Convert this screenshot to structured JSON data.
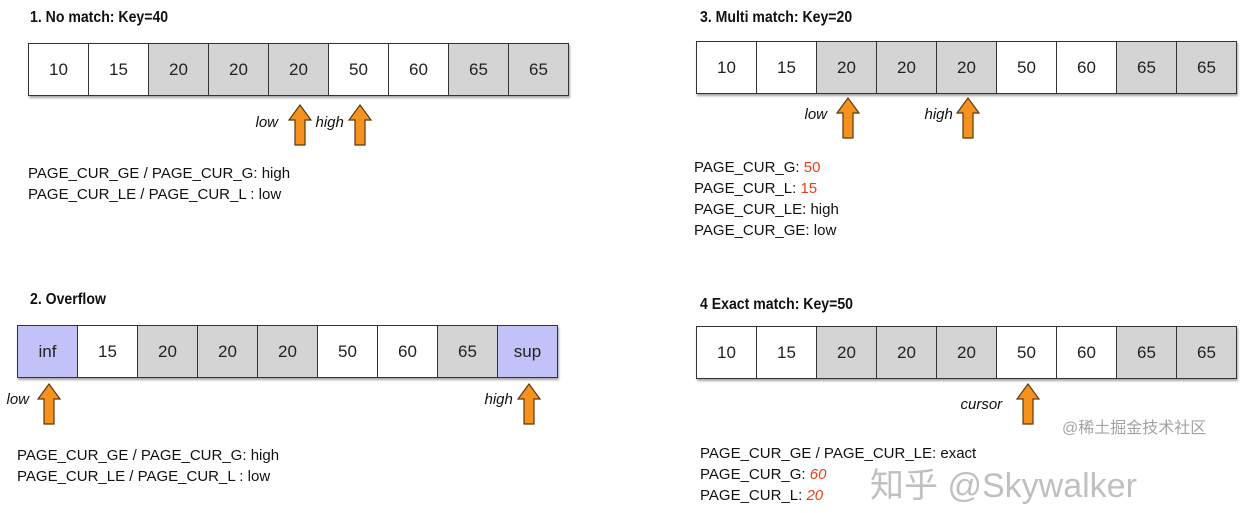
{
  "colors": {
    "arrow": "#f5921e",
    "shaded_cell": "#d4d4d4",
    "boundary_cell": "#c2c2f8",
    "highlight_text": "#e8401c"
  },
  "panels": [
    {
      "title": "1. No match: Key=40",
      "cells": [
        {
          "v": "10",
          "fill": "white"
        },
        {
          "v": "15",
          "fill": "white"
        },
        {
          "v": "20",
          "fill": "gray"
        },
        {
          "v": "20",
          "fill": "gray"
        },
        {
          "v": "20",
          "fill": "gray"
        },
        {
          "v": "50",
          "fill": "white"
        },
        {
          "v": "60",
          "fill": "white"
        },
        {
          "v": "65",
          "fill": "gray"
        },
        {
          "v": "65",
          "fill": "gray"
        }
      ],
      "pointers": [
        {
          "label": "low",
          "cell_index": 4
        },
        {
          "label": "high",
          "cell_index": 5
        }
      ],
      "lines": [
        {
          "text": "PAGE_CUR_GE / PAGE_CUR_G: ",
          "value": "high",
          "style": "plain"
        },
        {
          "text": "PAGE_CUR_LE / PAGE_CUR_L : ",
          "value": "low",
          "style": "plain"
        }
      ]
    },
    {
      "title": "2. Overflow",
      "cells": [
        {
          "v": "inf",
          "fill": "purple"
        },
        {
          "v": "15",
          "fill": "white"
        },
        {
          "v": "20",
          "fill": "gray"
        },
        {
          "v": "20",
          "fill": "gray"
        },
        {
          "v": "20",
          "fill": "gray"
        },
        {
          "v": "50",
          "fill": "white"
        },
        {
          "v": "60",
          "fill": "white"
        },
        {
          "v": "65",
          "fill": "gray"
        },
        {
          "v": "sup",
          "fill": "purple"
        }
      ],
      "pointers": [
        {
          "label": "low",
          "cell_index": 0
        },
        {
          "label": "high",
          "cell_index": 8
        }
      ],
      "lines": [
        {
          "text": "PAGE_CUR_GE / PAGE_CUR_G: ",
          "value": "high",
          "style": "plain"
        },
        {
          "text": "PAGE_CUR_LE / PAGE_CUR_L : ",
          "value": "low",
          "style": "plain"
        }
      ]
    },
    {
      "title": "3. Multi match: Key=20",
      "cells": [
        {
          "v": "10",
          "fill": "white"
        },
        {
          "v": "15",
          "fill": "white"
        },
        {
          "v": "20",
          "fill": "gray"
        },
        {
          "v": "20",
          "fill": "gray"
        },
        {
          "v": "20",
          "fill": "gray"
        },
        {
          "v": "50",
          "fill": "white"
        },
        {
          "v": "60",
          "fill": "white"
        },
        {
          "v": "65",
          "fill": "gray"
        },
        {
          "v": "65",
          "fill": "gray"
        }
      ],
      "pointers": [
        {
          "label": "low",
          "cell_index": 2
        },
        {
          "label": "high",
          "cell_index": 4
        }
      ],
      "lines": [
        {
          "text": "PAGE_CUR_G: ",
          "value": "50",
          "style": "red"
        },
        {
          "text": "PAGE_CUR_L: ",
          "value": "15",
          "style": "red"
        },
        {
          "text": "PAGE_CUR_LE: ",
          "value": "high",
          "style": "plain"
        },
        {
          "text": "PAGE_CUR_GE: ",
          "value": "low",
          "style": "plain"
        }
      ]
    },
    {
      "title": "4 Exact match: Key=50",
      "cells": [
        {
          "v": "10",
          "fill": "white"
        },
        {
          "v": "15",
          "fill": "white"
        },
        {
          "v": "20",
          "fill": "gray"
        },
        {
          "v": "20",
          "fill": "gray"
        },
        {
          "v": "20",
          "fill": "gray"
        },
        {
          "v": "50",
          "fill": "white"
        },
        {
          "v": "60",
          "fill": "white"
        },
        {
          "v": "65",
          "fill": "gray"
        },
        {
          "v": "65",
          "fill": "gray"
        }
      ],
      "pointers": [
        {
          "label": "cursor",
          "cell_index": 5
        }
      ],
      "lines": [
        {
          "text": "PAGE_CUR_GE / PAGE_CUR_LE: ",
          "value": "exact",
          "style": "plain"
        },
        {
          "text": "PAGE_CUR_G: ",
          "value": "60",
          "style": "redi"
        },
        {
          "text": "PAGE_CUR_L: ",
          "value": "20",
          "style": "redi"
        }
      ]
    }
  ],
  "watermark": {
    "primary": "知乎 @Skywalker",
    "secondary": "@稀土掘金技术社区"
  }
}
